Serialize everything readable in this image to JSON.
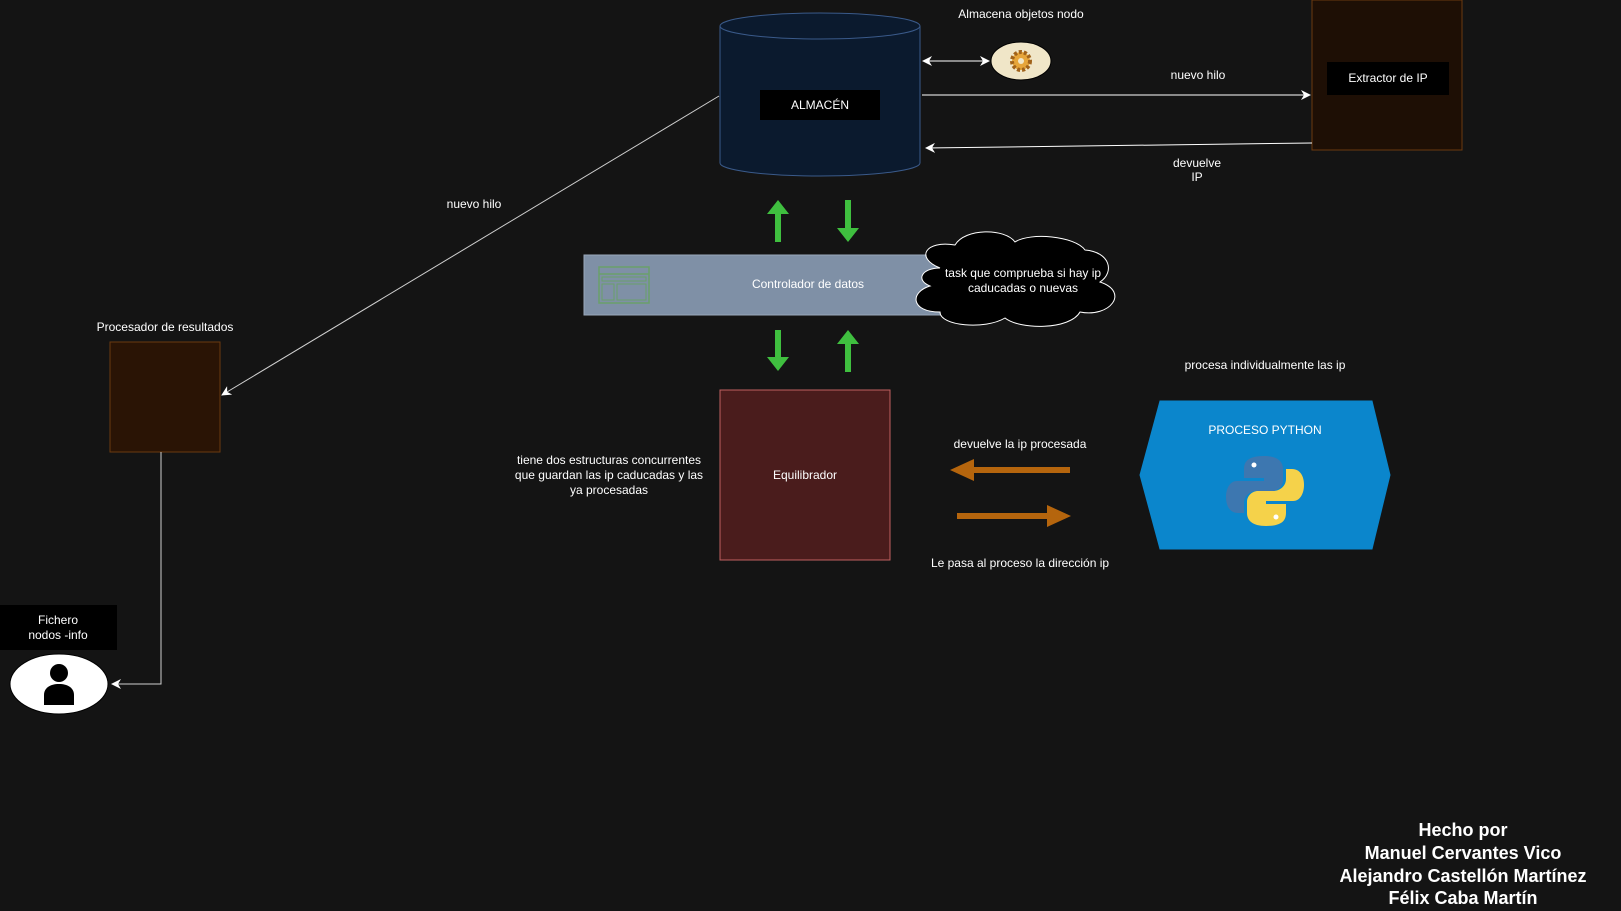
{
  "nodes": {
    "almacen": "ALMACÉN",
    "almacena_objetos": "Almacena objetos nodo",
    "extractor": "Extractor de IP",
    "nuevo_hilo_top": "nuevo hilo",
    "devuelve_ip_1": "devuelve",
    "devuelve_ip_2": "IP",
    "nuevo_hilo_left": "nuevo hilo",
    "controlador": "Controlador de datos",
    "cloud_1": "task que comprueba si hay ip",
    "cloud_2": "caducadas o nuevas",
    "procesador": "Procesador de resultados",
    "equilibrador": "Equilibrador",
    "tiene_1": "tiene dos estructuras concurrentes",
    "tiene_2": "que guardan las ip caducadas y las",
    "tiene_3": "ya procesadas",
    "devuelve_procesada": "devuelve la ip procesada",
    "le_pasa": "Le pasa al proceso la dirección ip",
    "procesa_individual": "procesa individualmente las ip",
    "proceso_python": "PROCESO PYTHON",
    "fichero_1": "Fichero",
    "fichero_2": "nodos -info"
  },
  "credits": {
    "line1": "Hecho por",
    "line2": "Manuel Cervantes Vico",
    "line3": "Alejandro Castellón Martínez",
    "line4": "Félix Caba Martín"
  },
  "colors": {
    "background": "#141414",
    "database_fill": "#0b1a2e",
    "database_stroke": "#3a5a8a",
    "extractor_fill": "#1e0f05",
    "extractor_stroke": "#6b3a10",
    "procesador_fill": "#2a1405",
    "controlador_fill": "#7f90a6",
    "equilibrador_fill": "#4a1c1c",
    "equilibrador_stroke": "#c06060",
    "python_hex_fill": "#0b86cc",
    "green_arrow": "#3fbf3f",
    "orange_arrow": "#b5650d",
    "gear_fill": "#e6b04a"
  },
  "icons": [
    "gear-icon",
    "browser-window-icon",
    "python-logo-icon",
    "user-icon"
  ]
}
